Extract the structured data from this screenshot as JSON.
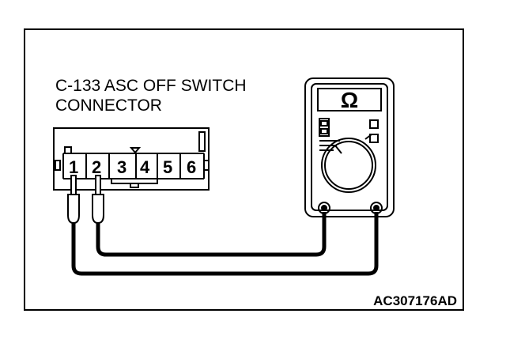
{
  "connector": {
    "title_line1": "C-133 ASC OFF SWITCH",
    "title_line2": "CONNECTOR",
    "pins": [
      "1",
      "2",
      "3",
      "4",
      "5",
      "6"
    ]
  },
  "meter": {
    "display": "Ω"
  },
  "figure_code": "AC307176AD"
}
